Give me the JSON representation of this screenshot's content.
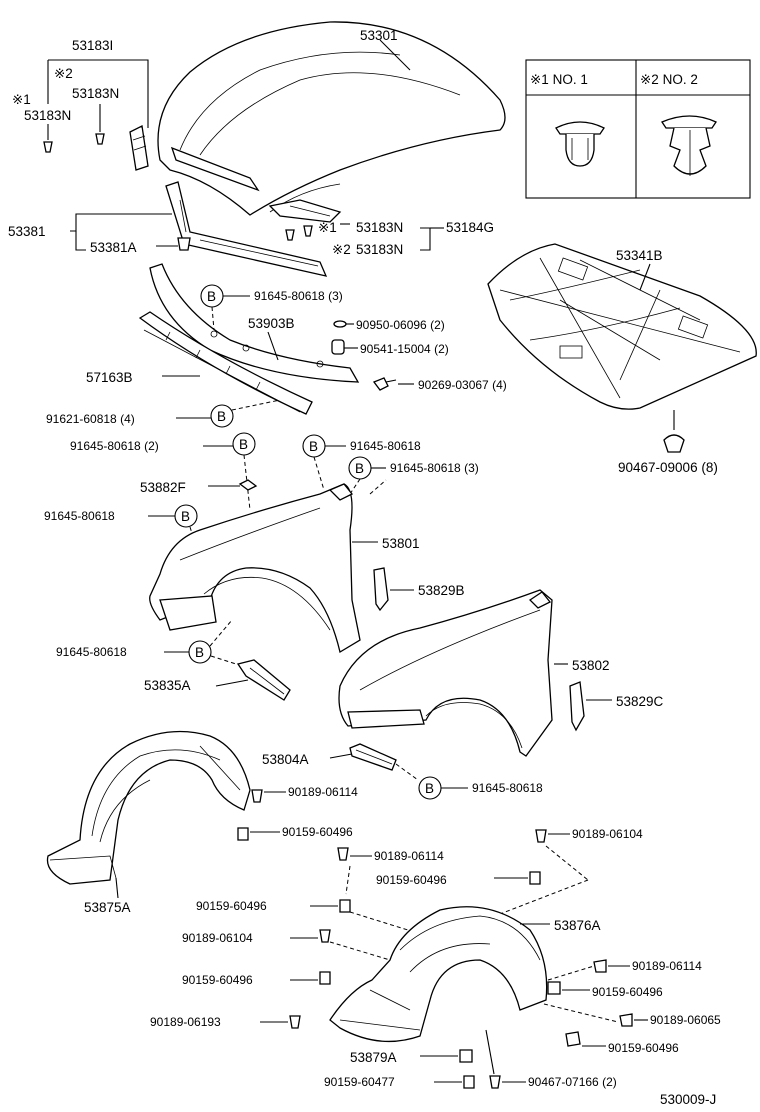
{
  "legend": {
    "col1": "※1 NO. 1",
    "col2": "※2 NO. 2"
  },
  "labels": {
    "p53183I": "53183I",
    "m2a": "※2",
    "p53183N_a": "53183N",
    "m1a": "※1",
    "p53183N_b": "53183N",
    "p53301": "53301",
    "p53381": "53381",
    "p53381A": "53381A",
    "m1b": "※1",
    "p53183N_c": "53183N",
    "p53184G": "53184G",
    "m2b": "※2",
    "p53183N_d": "53183N",
    "p53341B": "53341B",
    "p53903B": "53903B",
    "p57163B": "57163B",
    "c91645_80618_3a": "91645-80618 (3)",
    "c90950_06096": "90950-06096 (2)",
    "c90541_15004": "90541-15004 (2)",
    "c90269_03067": "90269-03067 (4)",
    "c91621_60818": "91621-60818 (4)",
    "c91645_80618_2": "91645-80618 (2)",
    "c91645_80618_a": "91645-80618",
    "c91645_80618_3b": "91645-80618 (3)",
    "c90467_09006": "90467-09006 (8)",
    "p53882F": "53882F",
    "c91645_80618_b": "91645-80618",
    "p53801": "53801",
    "p53829B": "53829B",
    "c91645_80618_c": "91645-80618",
    "p53835A": "53835A",
    "p53802": "53802",
    "p53829C": "53829C",
    "p53804A": "53804A",
    "c91645_80618_d": "91645-80618",
    "c90189_06114_a": "90189-06114",
    "c90159_60496_a": "90159-60496",
    "c90189_06104_a": "90189-06104",
    "c90189_06114_b": "90189-06114",
    "c90159_60496_b": "90159-60496",
    "p53875A": "53875A",
    "c90159_60496_c": "90159-60496",
    "p53876A": "53876A",
    "c90189_06104_b": "90189-06104",
    "c90159_60496_d": "90159-60496",
    "c90189_06114_c": "90189-06114",
    "c90159_60496_e": "90159-60496",
    "c90189_06193": "90189-06193",
    "c90189_06065": "90189-06065",
    "c90159_60496_f": "90159-60496",
    "p53879A": "53879A",
    "c90159_60477": "90159-60477",
    "c90467_07166": "90467-07166 (2)",
    "ref": "530009-J"
  },
  "callout_letter": "B"
}
